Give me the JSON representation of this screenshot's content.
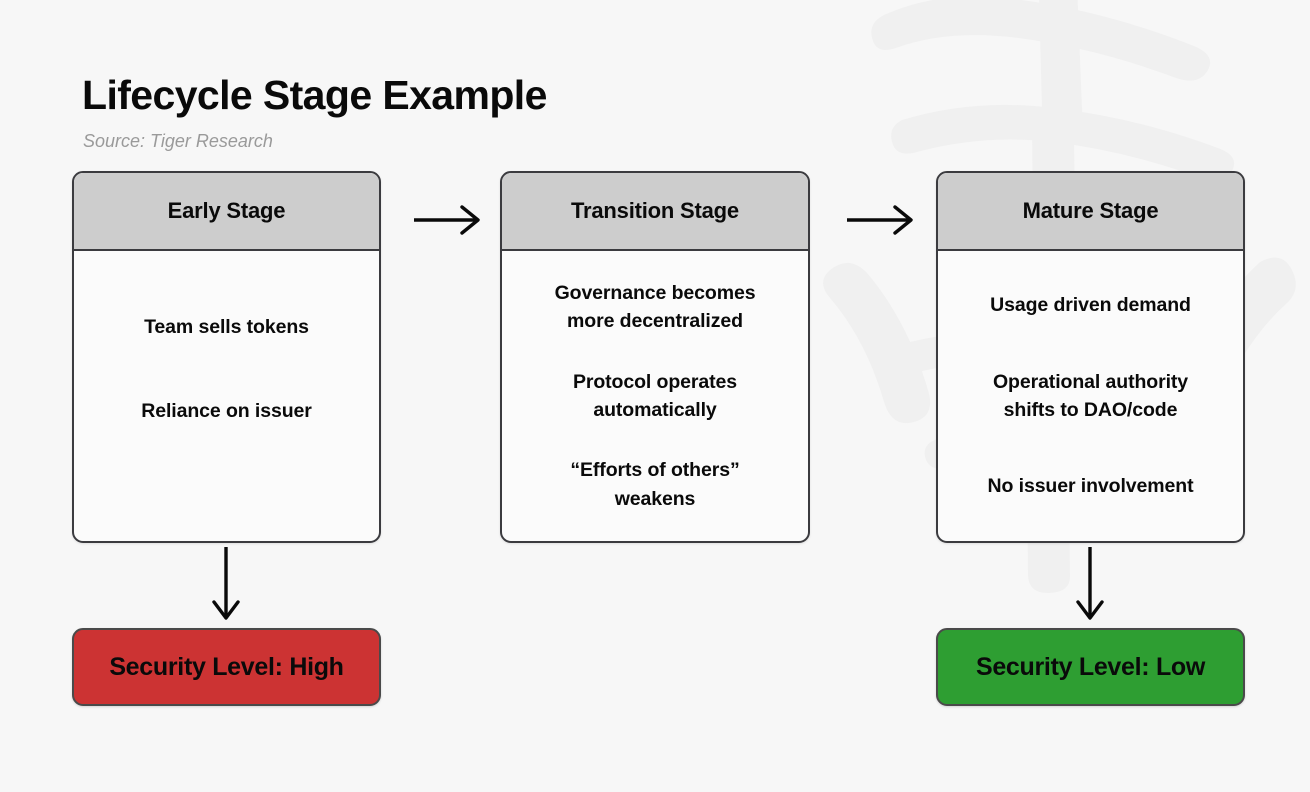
{
  "header": {
    "title": "Lifecycle Stage Example",
    "source": "Source: Tiger Research"
  },
  "colors": {
    "background": "#f7f7f7",
    "card_header_gray": "#cdcdcd",
    "card_border": "#3b3b3f",
    "card_body": "#fbfbfb",
    "high_risk_red": "#cc3333",
    "low_risk_green": "#2e9e32",
    "source_text": "#9a9a9a"
  },
  "stages": [
    {
      "id": "early",
      "title": "Early Stage",
      "items": [
        "Team sells tokens",
        "Reliance on issuer"
      ]
    },
    {
      "id": "transition",
      "title": "Transition Stage",
      "items": [
        "Governance becomes\nmore decentralized",
        "Protocol operates\nautomatically",
        "“Efforts of others”\nweakens"
      ]
    },
    {
      "id": "mature",
      "title": "Mature Stage",
      "items": [
        "Usage driven demand",
        "Operational authority\nshifts to DAO/code",
        "No issuer involvement"
      ]
    }
  ],
  "flow_arrows": [
    {
      "id": "early-to-transition",
      "icon": "arrow-right-icon"
    },
    {
      "id": "transition-to-mature",
      "icon": "arrow-right-icon"
    }
  ],
  "outcome_arrows": [
    {
      "id": "early-to-high",
      "icon": "arrow-down-icon"
    },
    {
      "id": "mature-to-low",
      "icon": "arrow-down-icon"
    }
  ],
  "badges": [
    {
      "id": "high",
      "label": "Security Level: High",
      "color": "#cc3333"
    },
    {
      "id": "low",
      "label": "Security Level: Low",
      "color": "#2e9e32"
    }
  ],
  "watermark": {
    "name": "tiger-brush-watermark",
    "color": "#eeeeee"
  }
}
